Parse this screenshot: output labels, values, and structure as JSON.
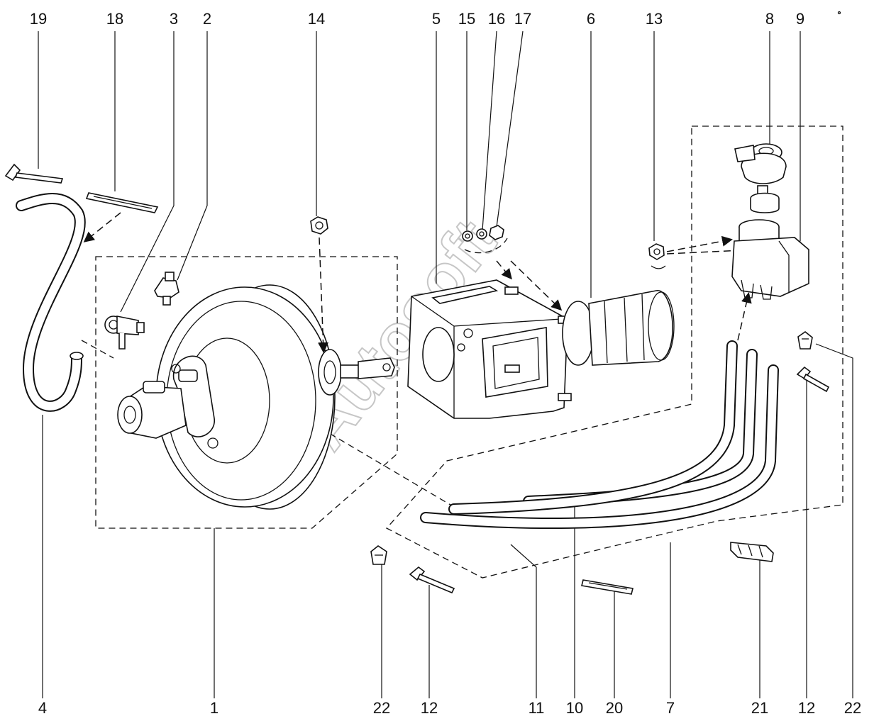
{
  "watermark": "Autosoft",
  "callouts_top": [
    "19",
    "18",
    "3",
    "2",
    "14",
    "5",
    "15",
    "16",
    "17",
    "6",
    "13",
    "8",
    "9"
  ],
  "callouts_bottom": [
    "4",
    "1",
    "22",
    "12",
    "11",
    "10",
    "20",
    "7",
    "21",
    "12",
    "22"
  ],
  "parts": [
    {
      "id": "1",
      "name": "brake-booster"
    },
    {
      "id": "2",
      "name": "vacuum-check-valve"
    },
    {
      "id": "3",
      "name": "vacuum-fitting"
    },
    {
      "id": "4",
      "name": "vacuum-hose"
    },
    {
      "id": "5",
      "name": "booster-bracket"
    },
    {
      "id": "6",
      "name": "pedal-boot"
    },
    {
      "id": "7",
      "name": "hose-set"
    },
    {
      "id": "8",
      "name": "reservoir-cap"
    },
    {
      "id": "9",
      "name": "fluid-reservoir"
    },
    {
      "id": "10",
      "name": "hose"
    },
    {
      "id": "11",
      "name": "hose"
    },
    {
      "id": "12",
      "name": "cable-tie"
    },
    {
      "id": "13",
      "name": "nut"
    },
    {
      "id": "14",
      "name": "nut"
    },
    {
      "id": "15",
      "name": "washer"
    },
    {
      "id": "16",
      "name": "washer"
    },
    {
      "id": "17",
      "name": "nut"
    },
    {
      "id": "18",
      "name": "strap"
    },
    {
      "id": "19",
      "name": "cable-tie"
    },
    {
      "id": "20",
      "name": "strap"
    },
    {
      "id": "21",
      "name": "holder"
    },
    {
      "id": "22",
      "name": "clip"
    }
  ]
}
